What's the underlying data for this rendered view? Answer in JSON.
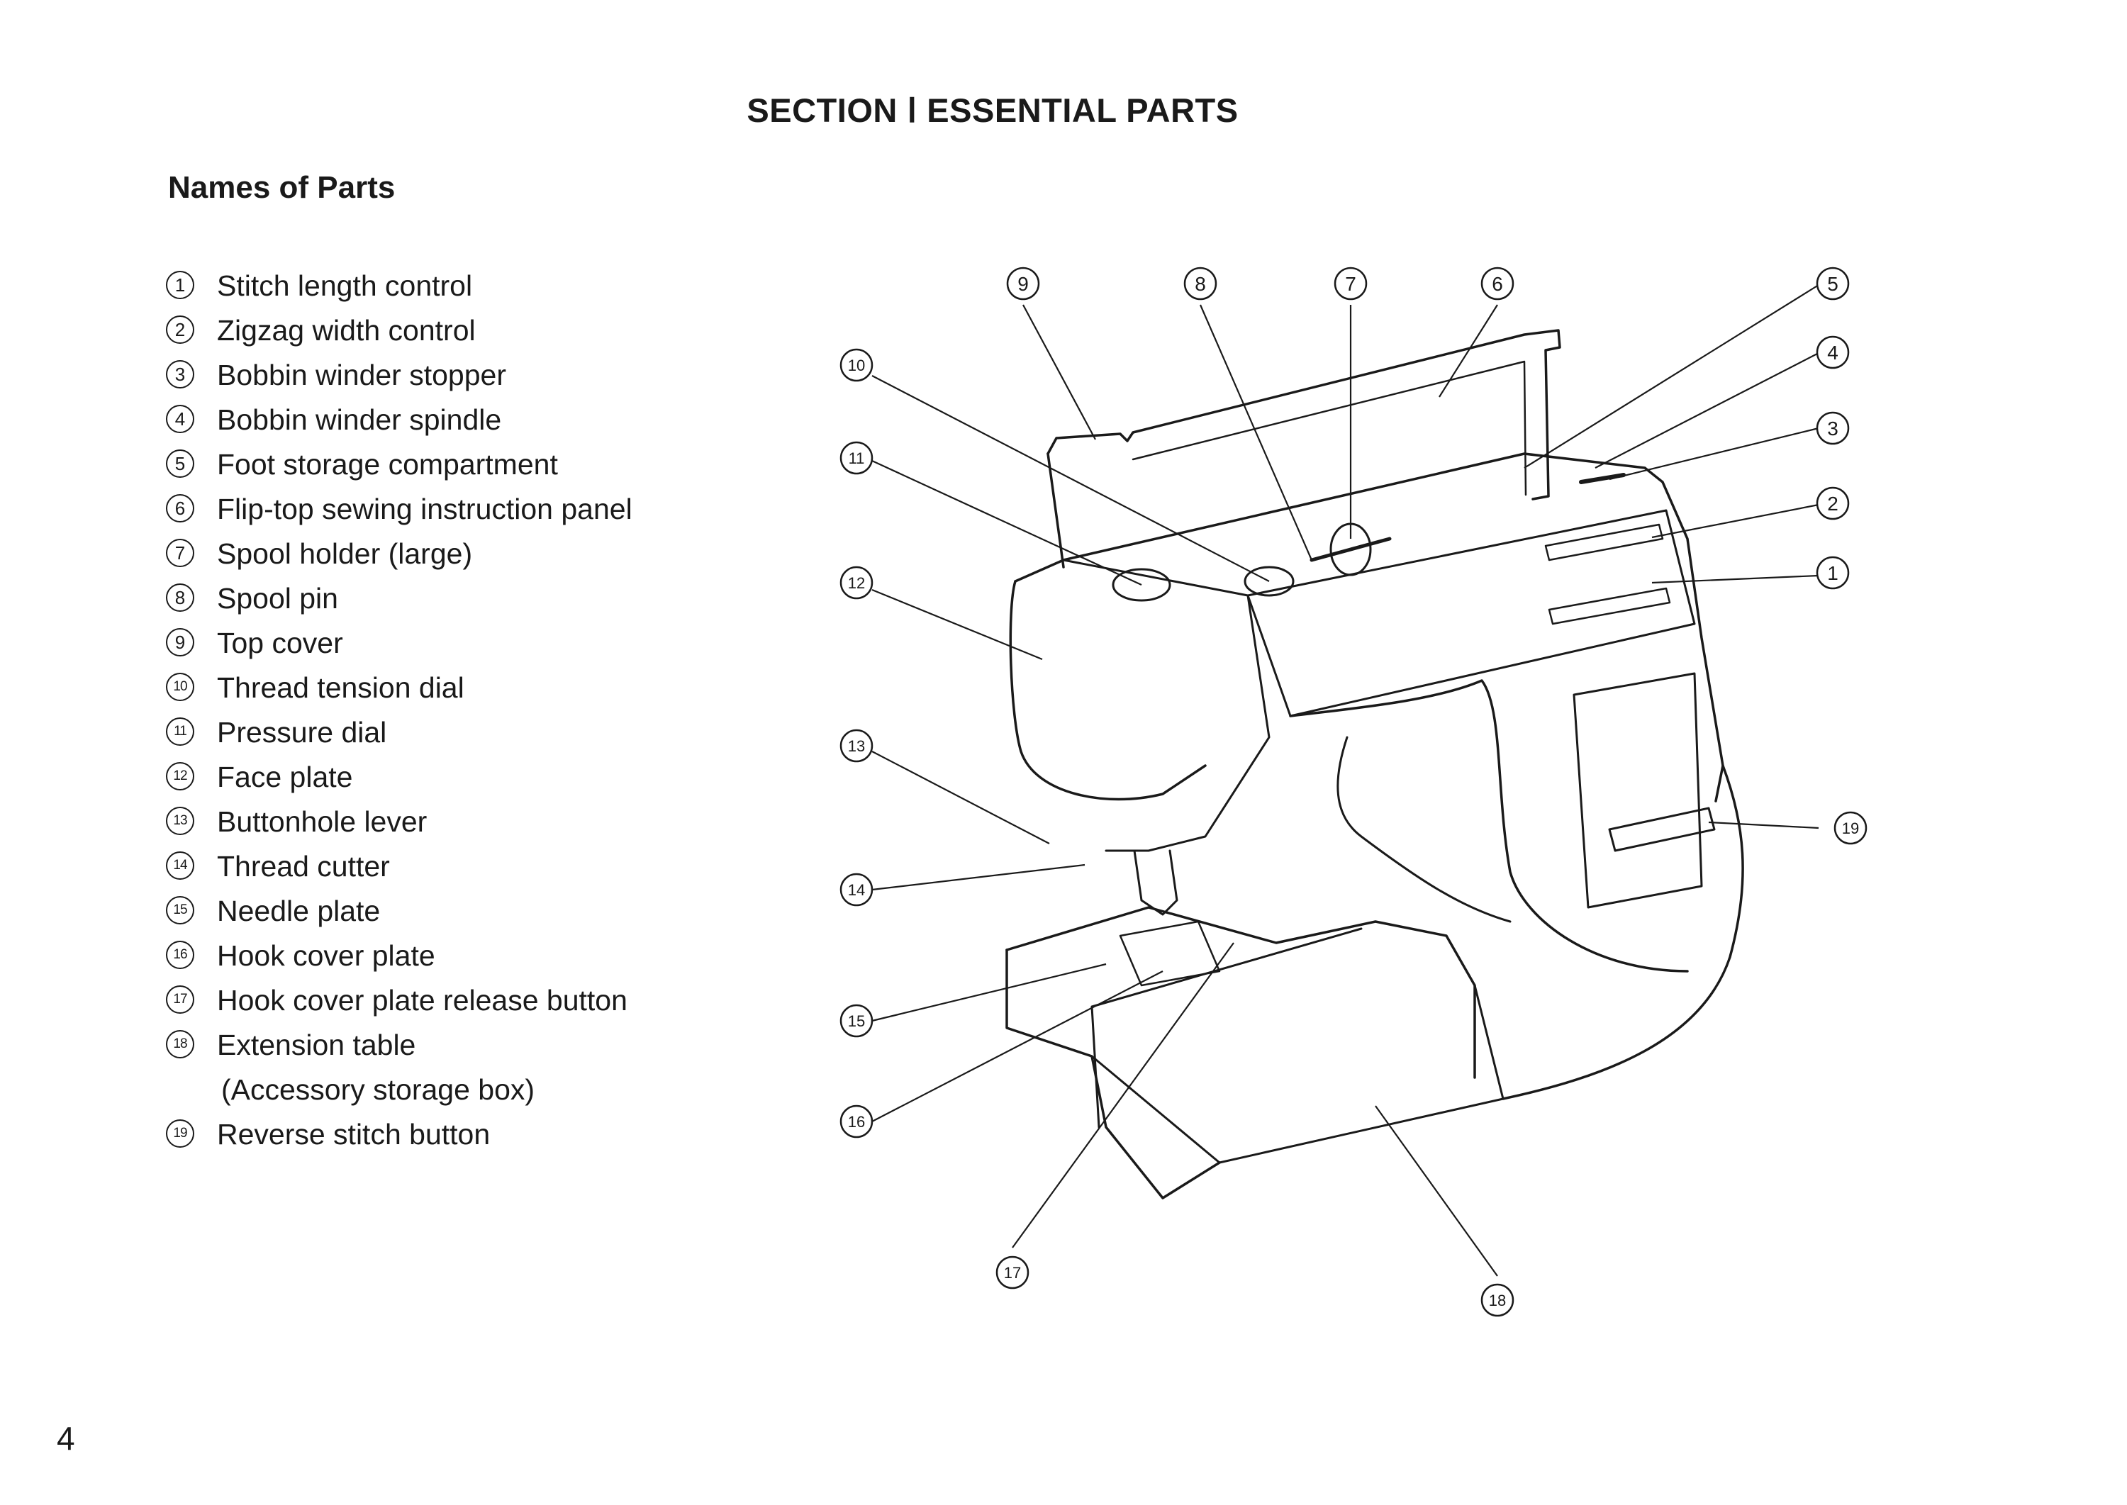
{
  "header": {
    "section_title": "SECTION Ⅰ ESSENTIAL PARTS",
    "subtitle": "Names of Parts"
  },
  "parts": [
    {
      "num": "1",
      "label": "Stitch length control"
    },
    {
      "num": "2",
      "label": "Zigzag width control"
    },
    {
      "num": "3",
      "label": "Bobbin winder stopper"
    },
    {
      "num": "4",
      "label": "Bobbin winder spindle"
    },
    {
      "num": "5",
      "label": "Foot storage compartment"
    },
    {
      "num": "6",
      "label": "Flip-top sewing instruction panel"
    },
    {
      "num": "7",
      "label": "Spool holder (large)"
    },
    {
      "num": "8",
      "label": "Spool pin"
    },
    {
      "num": "9",
      "label": "Top cover"
    },
    {
      "num": "10",
      "label": "Thread tension dial"
    },
    {
      "num": "11",
      "label": "Pressure dial"
    },
    {
      "num": "12",
      "label": "Face plate"
    },
    {
      "num": "13",
      "label": "Buttonhole lever"
    },
    {
      "num": "14",
      "label": "Thread cutter"
    },
    {
      "num": "15",
      "label": "Needle plate"
    },
    {
      "num": "16",
      "label": "Hook cover plate"
    },
    {
      "num": "17",
      "label": "Hook cover plate release button"
    },
    {
      "num": "18",
      "label": "Extension table",
      "sub": "(Accessory storage box)"
    },
    {
      "num": "19",
      "label": "Reverse stitch button"
    }
  ],
  "footer": {
    "page_number": "4"
  }
}
